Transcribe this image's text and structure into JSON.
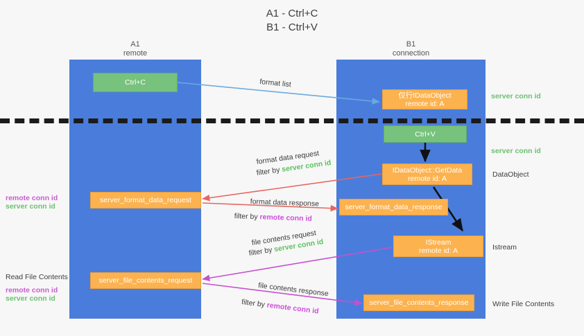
{
  "title": {
    "line1": "A1 - Ctrl+C",
    "line2": "B1 - Ctrl+V"
  },
  "lanes": [
    {
      "name": "A1",
      "subtitle": "remote"
    },
    {
      "name": "B1",
      "subtitle": "connection"
    }
  ],
  "boxes": {
    "ctrl_c": {
      "line1": "Ctrl+C",
      "line2": ""
    },
    "idataobject_top": {
      "line1": "仅行IDataObject",
      "line2": "remote id: A"
    },
    "ctrl_v": {
      "line1": "Ctrl+V",
      "line2": ""
    },
    "getdata": {
      "line1": "IDataObject::GetData",
      "line2": "remote id: A"
    },
    "server_format_data_request": {
      "line1": "server_format_data_request",
      "line2": ""
    },
    "server_format_data_response": {
      "line1": "server_format_data_response",
      "line2": ""
    },
    "istream": {
      "line1": "IStream",
      "line2": "remote id: A"
    },
    "server_file_contents_request": {
      "line1": "server_file_contents_request",
      "line2": ""
    },
    "server_file_contents_response": {
      "line1": "server_file_contents_response",
      "line2": ""
    }
  },
  "right_labels": {
    "server_conn_id_top": "server conn id",
    "server_conn_id_mid": "server conn id",
    "dataobject": "DataObject",
    "istream": "Istream",
    "write_file_contents": "Write File Contents"
  },
  "left_labels": {
    "remote_conn_id_1": "remote conn id",
    "server_conn_id_1": "server conn id",
    "read_file_contents": "Read File Contents",
    "remote_conn_id_2": "remote conn id",
    "server_conn_id_2": "server conn id"
  },
  "arrow_labels": {
    "format_list": "format list",
    "format_data_request": "format data request",
    "format_data_request_filter_prefix": "filter by ",
    "format_data_request_filter_value": "server conn id",
    "format_data_response": "format data response",
    "format_data_response_filter_prefix": "filter by ",
    "format_data_response_filter_value": "remote conn id",
    "file_contents_request": "file contents request",
    "file_contents_request_filter_prefix": "filter by ",
    "file_contents_request_filter_value": "server conn id",
    "file_contents_response": "file contents response",
    "file_contents_response_filter_prefix": "filter by ",
    "file_contents_response_filter_value": "remote conn id"
  },
  "colors": {
    "lane": "#4a7ddb",
    "green_box": "#77c27c",
    "orange_box": "#fcb24f",
    "green_text": "#6cc070",
    "purple_text": "#c75ed0",
    "arrow_blue": "#6aa9e0",
    "arrow_red": "#e8655f",
    "arrow_magenta": "#c84fd0",
    "arrow_black": "#111111",
    "background": "#f7f7f7"
  }
}
